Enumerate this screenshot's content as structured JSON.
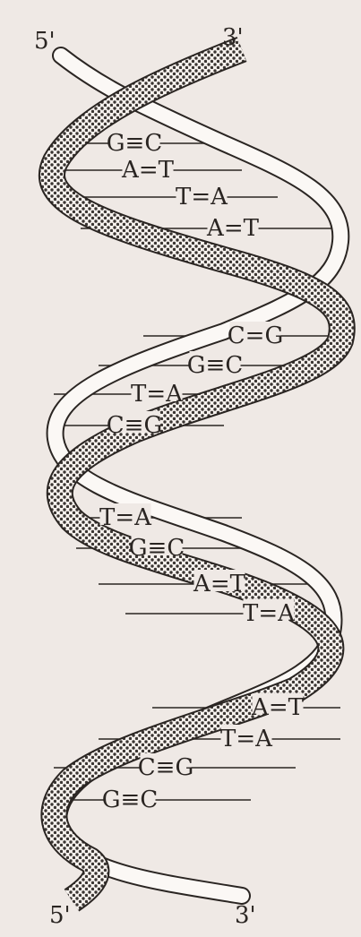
{
  "end_labels": {
    "top_left": "5'",
    "top_right": "3'",
    "bottom_left": "5'",
    "bottom_right": "3'"
  },
  "base_pairs": [
    {
      "left": "G",
      "bond": "≡",
      "right": "C"
    },
    {
      "left": "A",
      "bond": "=",
      "right": "T"
    },
    {
      "left": "T",
      "bond": "=",
      "right": "A"
    },
    {
      "left": "A",
      "bond": "=",
      "right": "T"
    },
    {
      "left": "C",
      "bond": "=",
      "right": "G"
    },
    {
      "left": "G",
      "bond": "≡",
      "right": "C"
    },
    {
      "left": "T",
      "bond": "=",
      "right": "A"
    },
    {
      "left": "C",
      "bond": "≡",
      "right": "G"
    },
    {
      "left": "T",
      "bond": "=",
      "right": "A"
    },
    {
      "left": "G",
      "bond": "≡",
      "right": "C"
    },
    {
      "left": "A",
      "bond": "=",
      "right": "T"
    },
    {
      "left": "T",
      "bond": "=",
      "right": "A"
    },
    {
      "left": "A",
      "bond": "=",
      "right": "T"
    },
    {
      "left": "T",
      "bond": "=",
      "right": "A"
    },
    {
      "left": "C",
      "bond": "≡",
      "right": "G"
    },
    {
      "left": "G",
      "bond": "≡",
      "right": "C"
    }
  ],
  "colors": {
    "background": "#efe9e5",
    "ink": "#2a2522",
    "strand_fill": "#fbf8f5",
    "dot": "#3a3532"
  }
}
